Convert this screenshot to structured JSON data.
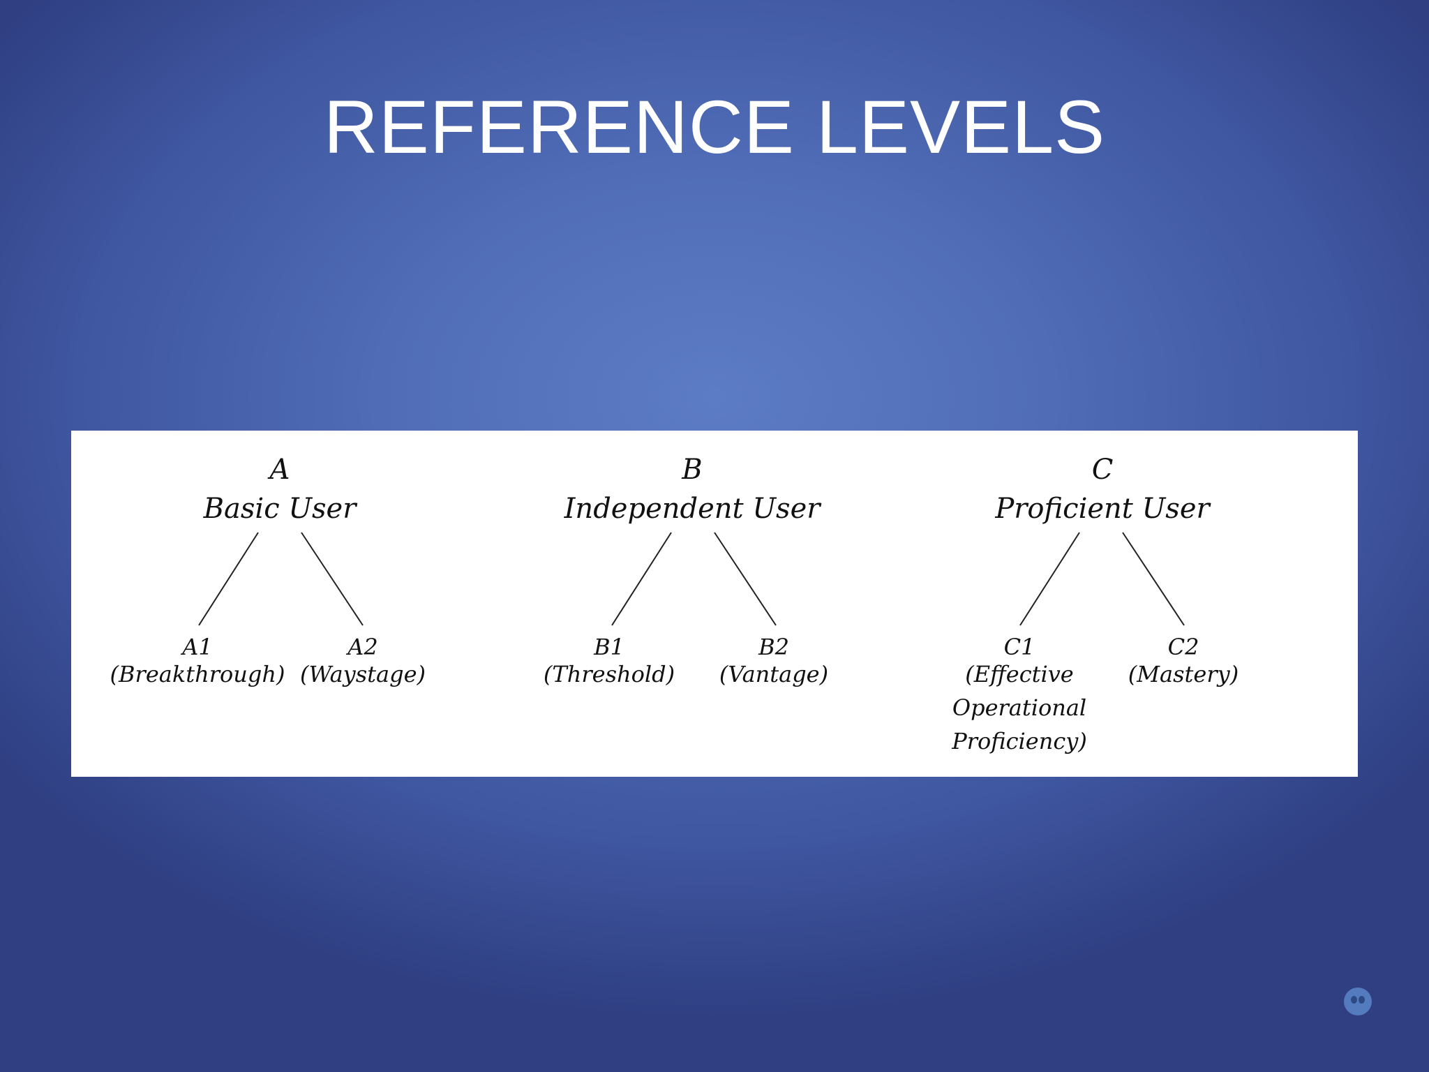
{
  "slide": {
    "title": "REFERENCE LEVELS"
  },
  "diagram": {
    "levels": [
      {
        "letter": "A",
        "name": "Basic User",
        "sublevels": [
          {
            "code": "A1",
            "desc": "(Breakthrough)"
          },
          {
            "code": "A2",
            "desc": "(Waystage)"
          }
        ]
      },
      {
        "letter": "B",
        "name": "Independent User",
        "sublevels": [
          {
            "code": "B1",
            "desc": "(Threshold)"
          },
          {
            "code": "B2",
            "desc": "(Vantage)"
          }
        ]
      },
      {
        "letter": "C",
        "name": "Proficient User",
        "sublevels": [
          {
            "code": "C1",
            "desc": "(Effective\nOperational\nProficiency)"
          },
          {
            "code": "C2",
            "desc": "(Mastery)"
          }
        ]
      }
    ]
  },
  "colors": {
    "background": "#506cb6",
    "panel": "#ffffff",
    "text": "#111111"
  },
  "icons": {
    "nav": "presenter-nav-icon"
  }
}
